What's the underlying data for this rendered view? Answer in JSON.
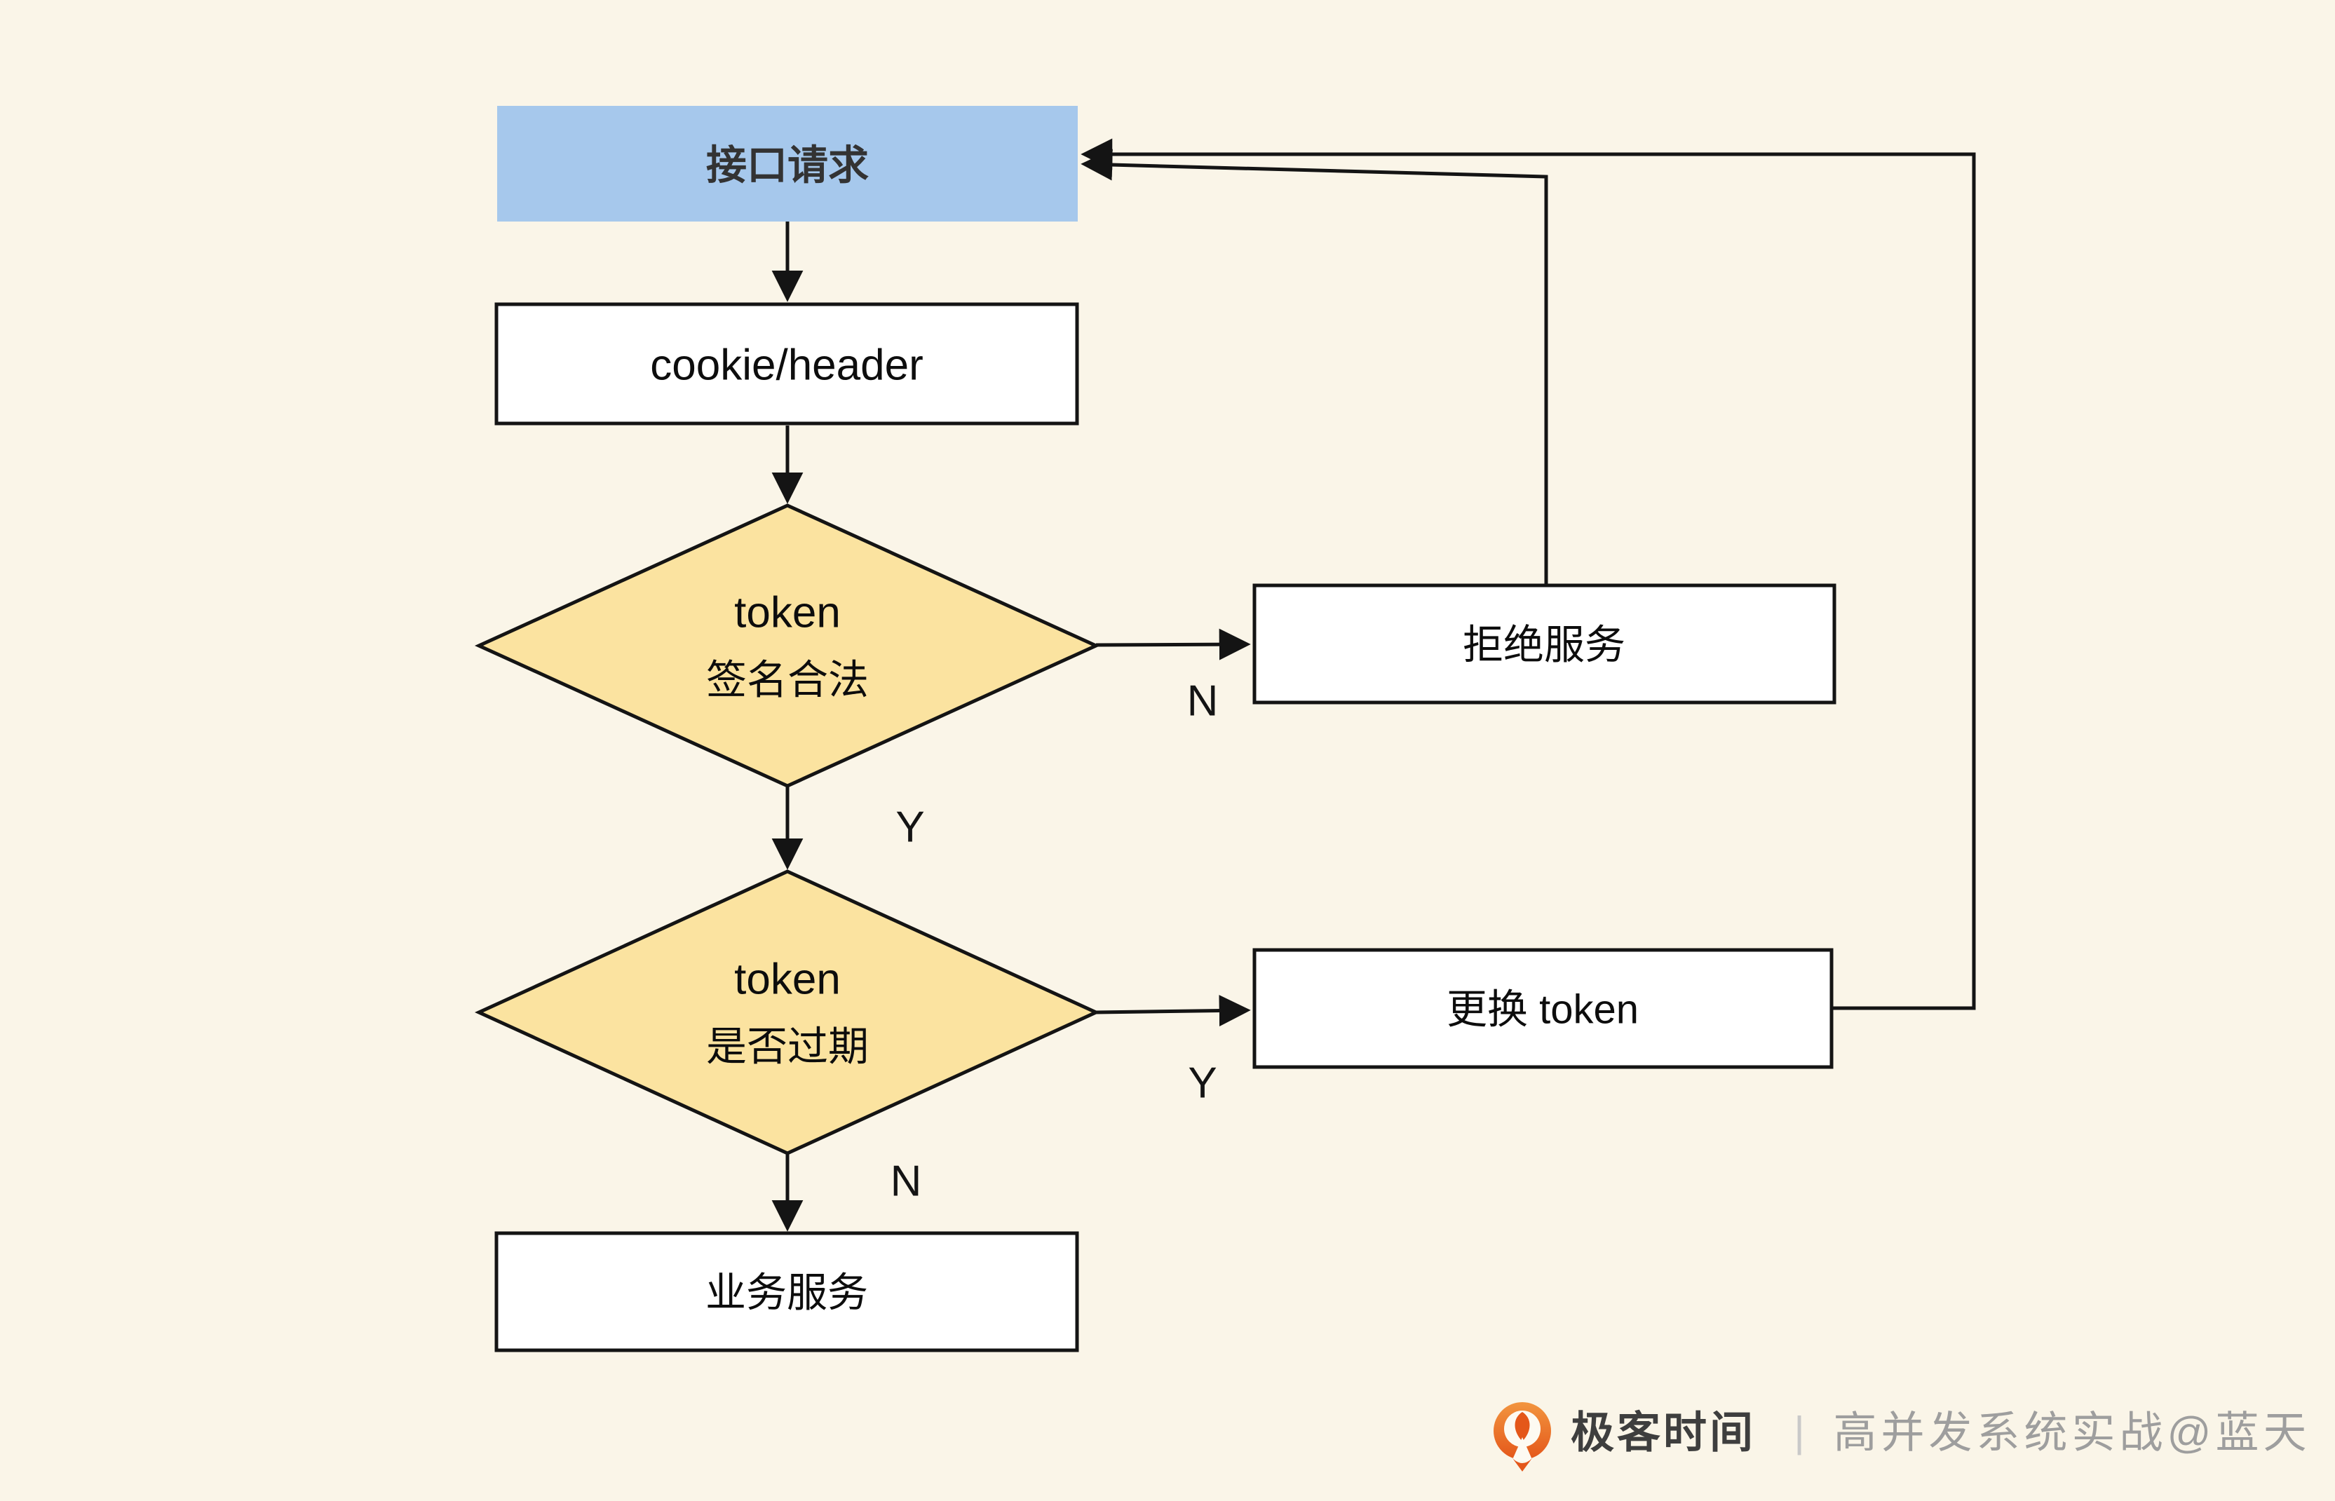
{
  "page": {
    "background": "#faf5e8"
  },
  "flowchart": {
    "nodes": {
      "start": {
        "label": "接口请求",
        "fill": "#a6c8ec"
      },
      "cookie": {
        "label": "cookie/header",
        "fill": "#ffffff"
      },
      "decision_sign": {
        "line1": "token",
        "line2": "签名合法",
        "fill": "#fbe3a0"
      },
      "reject": {
        "label": "拒绝服务",
        "fill": "#ffffff"
      },
      "decision_expire": {
        "line1": "token",
        "line2": "是否过期",
        "fill": "#fbe3a0"
      },
      "replace": {
        "label": "更换 token",
        "fill": "#ffffff"
      },
      "business": {
        "label": "业务服务",
        "fill": "#ffffff"
      }
    },
    "edge_labels": {
      "sign_no": "N",
      "sign_yes": "Y",
      "expire_yes": "Y",
      "expire_no": "N"
    }
  },
  "watermark": {
    "brand": "极客时间",
    "separator": "|",
    "caption": "高并发系统实战@蓝天",
    "logo_gradient": [
      "#f2953f",
      "#e4571a"
    ]
  }
}
